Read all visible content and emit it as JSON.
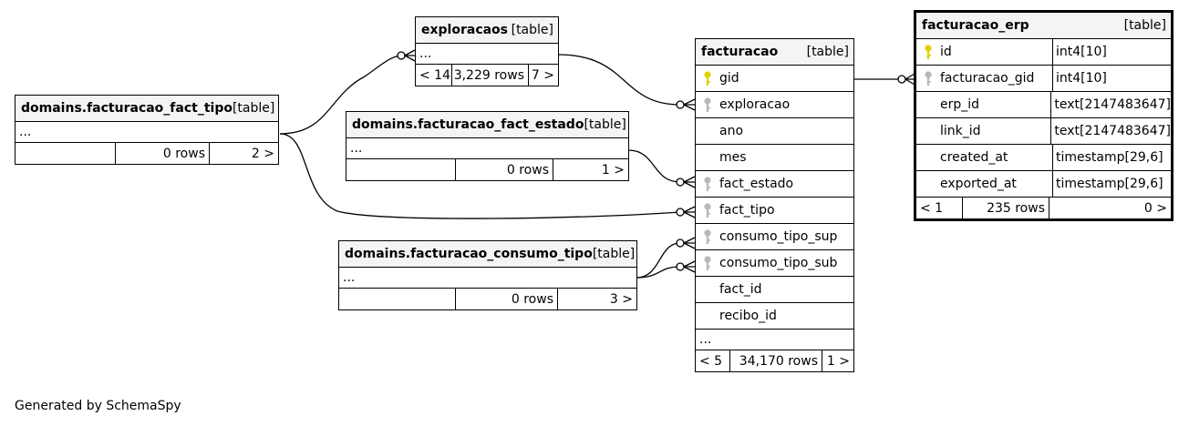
{
  "tables": {
    "exploracaos": {
      "name": "exploracaos",
      "kind": "[table]",
      "more": "...",
      "footer": {
        "parents": "< 14",
        "rows": "3,229 rows",
        "children": "7 >"
      }
    },
    "fact_tipo": {
      "name": "domains.facturacao_fact_tipo",
      "kind": "[table]",
      "more": "...",
      "footer": {
        "parents": "",
        "rows": "0 rows",
        "children": "2 >"
      }
    },
    "fact_estado": {
      "name": "domains.facturacao_fact_estado",
      "kind": "[table]",
      "more": "...",
      "footer": {
        "parents": "",
        "rows": "0 rows",
        "children": "1 >"
      }
    },
    "consumo_tipo": {
      "name": "domains.facturacao_consumo_tipo",
      "kind": "[table]",
      "more": "...",
      "footer": {
        "parents": "",
        "rows": "0 rows",
        "children": "3 >"
      }
    },
    "facturacao": {
      "name": "facturacao",
      "kind": "[table]",
      "more": "...",
      "columns": [
        {
          "name": "gid",
          "key": "primary"
        },
        {
          "name": "exploracao",
          "key": "foreign"
        },
        {
          "name": "ano",
          "key": ""
        },
        {
          "name": "mes",
          "key": ""
        },
        {
          "name": "fact_estado",
          "key": "foreign"
        },
        {
          "name": "fact_tipo",
          "key": "foreign"
        },
        {
          "name": "consumo_tipo_sup",
          "key": "foreign"
        },
        {
          "name": "consumo_tipo_sub",
          "key": "foreign"
        },
        {
          "name": "fact_id",
          "key": ""
        },
        {
          "name": "recibo_id",
          "key": ""
        }
      ],
      "footer": {
        "parents": "< 5",
        "rows": "34,170 rows",
        "children": "1 >"
      }
    },
    "facturacao_erp": {
      "name": "facturacao_erp",
      "kind": "[table]",
      "columns": [
        {
          "name": "id",
          "type": "int4[10]",
          "key": "primary"
        },
        {
          "name": "facturacao_gid",
          "type": "int4[10]",
          "key": "foreign"
        },
        {
          "name": "erp_id",
          "type": "text[2147483647]",
          "key": ""
        },
        {
          "name": "link_id",
          "type": "text[2147483647]",
          "key": ""
        },
        {
          "name": "created_at",
          "type": "timestamp[29,6]",
          "key": ""
        },
        {
          "name": "exported_at",
          "type": "timestamp[29,6]",
          "key": ""
        }
      ],
      "footer": {
        "parents": "< 1",
        "rows": "235 rows",
        "children": "0 >"
      }
    }
  },
  "colors": {
    "primary_key": "#e3cf00",
    "foreign_key": "#b8b8b8",
    "header_bg": "#f4f4f4"
  },
  "generated_by": "Generated by SchemaSpy"
}
